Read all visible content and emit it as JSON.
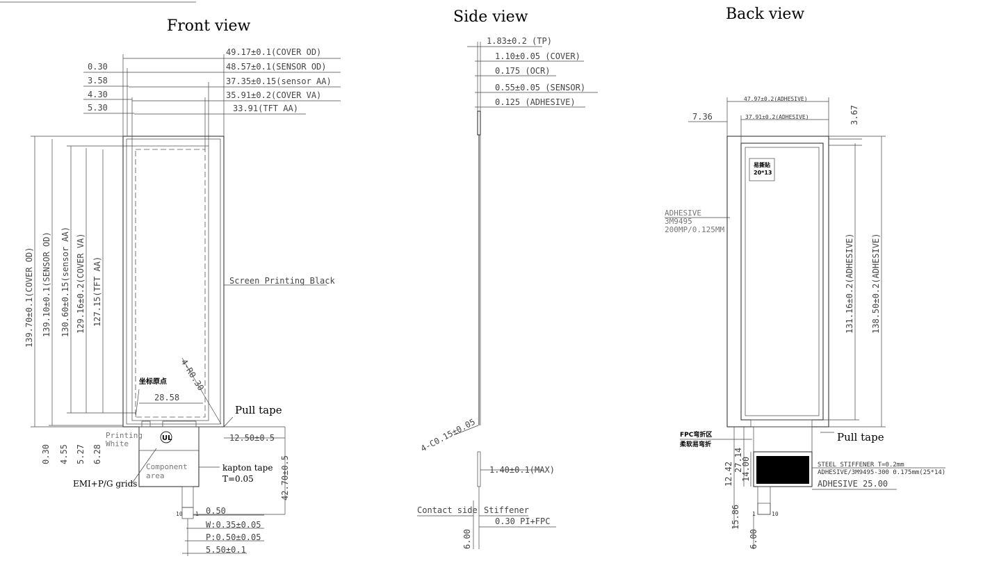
{
  "front": {
    "title": "Front view",
    "dims_top": [
      "49.17±0.1(COVER OD)",
      "48.57±0.1(SENSOR OD)",
      "37.35±0.15(sensor AA)",
      "35.91±0.2(COVER VA)",
      "33.91(TFT AA)"
    ],
    "dims_left": [
      "0.30",
      "3.58",
      "4.30",
      "5.30"
    ],
    "dims_vert": [
      "139.70±0.1(COVER OD)",
      "139.10±0.1(SENSOR OD)",
      "130.60±0.15(sensor AA)",
      "129.16±0.2(COVER VA)",
      "127.15(TFT AA)"
    ],
    "dims_bottom_v": [
      "0.30",
      "4.55",
      "5.27",
      "6.28"
    ],
    "screen_print": "Screen Printing Black",
    "radius": "4-R0.30",
    "origin": "坐标原点",
    "width_inner": "28.58",
    "pull_tape": "Pull tape",
    "pull_dim": "12.50±0.5",
    "printing_white": [
      "Printing",
      "White"
    ],
    "component": [
      "Component",
      "area"
    ],
    "kapton": [
      "kapton tape",
      "T=0.05"
    ],
    "emi": "EMI+P/G grids",
    "fpc_len": "42.70±0.5",
    "fpc_dims": [
      "0.50",
      "W:0.35±0.05",
      "P:0.50±0.05",
      "5.50±0.1"
    ],
    "pin_left": "10",
    "pin_right": "1"
  },
  "side": {
    "title": "Side view",
    "layers": [
      "1.83±0.2 (TP)",
      "1.10±0.05 (COVER)",
      "0.175 (OCR)",
      "0.55±0.05 (SENSOR)",
      "0.125 (ADHESIVE)"
    ],
    "chamfer": "4-C0.15±0.05",
    "max": "1.40±0.1(MAX)",
    "contact": "Contact side",
    "stiffener": "Stiffener",
    "pi_fpc": "0.30 PI+FPC",
    "dim6": "6.00"
  },
  "back": {
    "title": "Back view",
    "dim_top1": "47.97±0.2(ADHESIVE)",
    "dim_top2": "37.91±0.2(ADHESIVE)",
    "dim_left": "7.36",
    "dim_right": "3.67",
    "label_cn": "易撕贴",
    "label_size": "20*13",
    "adhesive": [
      "ADHESIVE",
      "3M9495",
      "200MP/0.125MM"
    ],
    "dim_v1": "131.16±0.2(ADHESIVE)",
    "dim_v2": "138.50±0.2(ADHESIVE)",
    "fpc_cn": [
      "FPC弯折区",
      "柔软易弯折"
    ],
    "pull_tape": "Pull tape",
    "steel": "STEEL STIFFENER T=0.2mm",
    "adh2": "ADHESIVE/3M9495-300 0.175mm(25*14)",
    "adh3": "ADHESIVE 25.00",
    "dims_v": [
      "12.42",
      "27.14",
      "14.00",
      "15.86",
      "6.00"
    ],
    "pin_left": "1",
    "pin_right": "10"
  }
}
